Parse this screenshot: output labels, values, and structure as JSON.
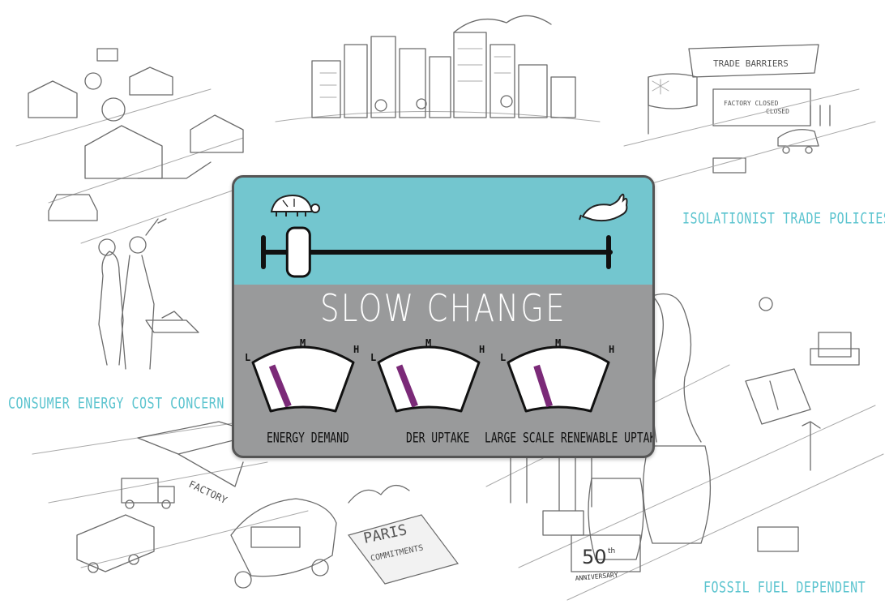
{
  "labels": {
    "isolationist": "ISOLATIONIST TRADE POLICIES",
    "consumer": "CONSUMER ENERGY COST CONCERN",
    "fossil": "FOSSIL FUEL DEPENDENT"
  },
  "panel": {
    "title": "SLOW CHANGE",
    "speed_level": 0.06,
    "slow_icon": "tortoise-icon",
    "fast_icon": "rabbit-icon"
  },
  "gauges": [
    {
      "name": "ENERGY DEMAND",
      "low": "L",
      "mid": "M",
      "high": "H",
      "level": 0.1
    },
    {
      "name": "DER UPTAKE",
      "low": "L",
      "mid": "M",
      "high": "H",
      "level": 0.12
    },
    {
      "name": "LARGE SCALE RENEWABLE UPTAKE",
      "low": "L",
      "mid": "M",
      "high": "H",
      "level": 0.22
    }
  ],
  "sketch_text": {
    "trade_banner": "TRADE BARRIERS",
    "factory_closed_1": "FACTORY CLOSED",
    "factory_closed_2": "CLOSED",
    "factory_sign": "FACTORY",
    "paris_1": "PARIS",
    "paris_2": "COMMITMENTS",
    "anniversary_num": "50",
    "anniversary_sup": "th",
    "anniversary_word": "ANNIVERSARY"
  },
  "colors": {
    "accent": "#73c6cf",
    "label": "#5cc4cf",
    "panel": "#999a9b",
    "needle": "#7b2a78"
  }
}
